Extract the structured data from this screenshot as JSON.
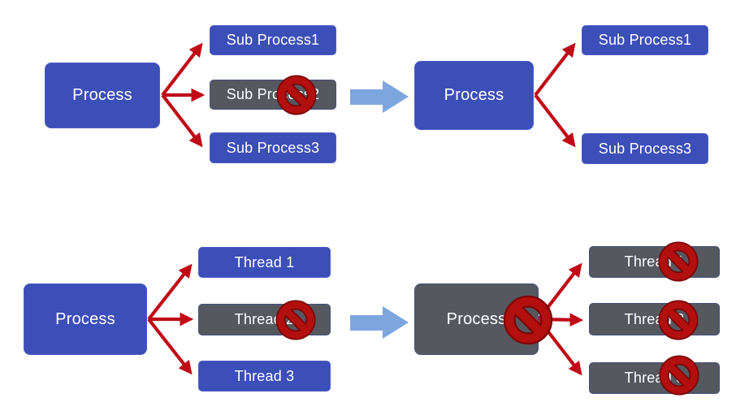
{
  "diagram_type": "process-vs-thread-termination",
  "colors": {
    "active_fill": "#3C4EB8",
    "terminated_fill": "#55585F",
    "box_text": "#FFFFFF",
    "connector_arrow_red": "#C00B17",
    "prohibition_ring_red": "#B30F0F",
    "prohibition_outline_dark": "#7A0505",
    "transition_arrow_blue": "#7EA6DE",
    "background": "#FFFFFF"
  },
  "icons": {
    "no_entry": "no-entry-icon",
    "transition": "right-block-arrow-icon"
  },
  "panels": {
    "process_before": {
      "parent": {
        "label": "Process",
        "state": "active"
      },
      "children": [
        {
          "label": "Sub Process1",
          "state": "active"
        },
        {
          "label": "Sub Process2",
          "state": "terminated"
        },
        {
          "label": "Sub Process3",
          "state": "active"
        }
      ]
    },
    "process_after": {
      "parent": {
        "label": "Process",
        "state": "active"
      },
      "children": [
        {
          "label": "Sub Process1",
          "state": "active"
        },
        {
          "label": "Sub Process3",
          "state": "active"
        }
      ]
    },
    "thread_before": {
      "parent": {
        "label": "Process",
        "state": "active"
      },
      "children": [
        {
          "label": "Thread 1",
          "state": "active"
        },
        {
          "label": "Thread 2",
          "state": "terminated"
        },
        {
          "label": "Thread 3",
          "state": "active"
        }
      ]
    },
    "thread_after": {
      "parent": {
        "label": "Process",
        "state": "terminated"
      },
      "children": [
        {
          "label": "Thread 1",
          "state": "terminated"
        },
        {
          "label": "Thread 2",
          "state": "terminated"
        },
        {
          "label": "Thread 3",
          "state": "terminated"
        }
      ]
    }
  }
}
